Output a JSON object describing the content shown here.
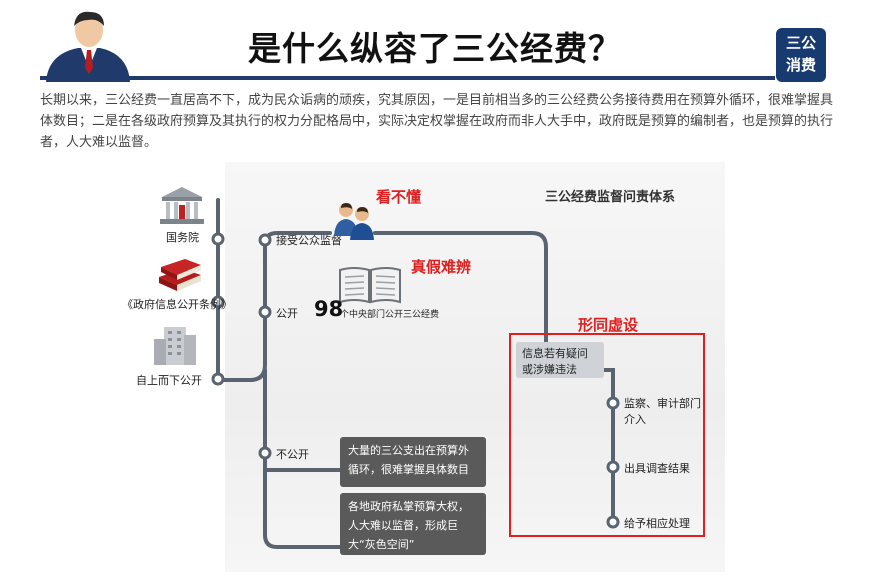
{
  "header": {
    "title": "是什么纵容了三公经费？",
    "badge_line1": "三公",
    "badge_line2": "消费"
  },
  "intro": "长期以来，三公经费一直居高不下，成为民众诟病的顽疾，究其原因，一是目前相当多的三公经费公务接待费用在预算外循环，很难掌握具体数目；二是在各级政府预算及其执行的权力分配格局中，实际决定权掌握在政府而非人大手中，政府既是预算的编制者，也是预算的执行者，人大难以监督。",
  "diagram": {
    "system_title": "三公经费监督问责体系",
    "left_nodes": [
      "国务院",
      "《政府信息公开条例》",
      "自上而下公开"
    ],
    "branch_labels": {
      "supervision": "接受公众监督",
      "public": "公开",
      "not_public": "不公开"
    },
    "red_labels": {
      "cannot_understand": "看不懂",
      "hard_to_tell": "真假难辨",
      "nominal": "形同虚设"
    },
    "count_number": "98",
    "count_text": "个中央部门公开三公经费",
    "not_public_boxes": [
      "大量的三公支出在预算外循环，很难掌握具体数目",
      "各地政府私掌预算大权，人大难以监督，形成巨大“灰色空间”"
    ],
    "info_box": "信息若有疑问或涉嫌违法",
    "steps": [
      "监察、审计部门介入",
      "出具调查结果",
      "给予相应处理"
    ]
  },
  "colors": {
    "accent": "#1f3a6b",
    "red": "#e02020",
    "line": "#5a6470"
  }
}
